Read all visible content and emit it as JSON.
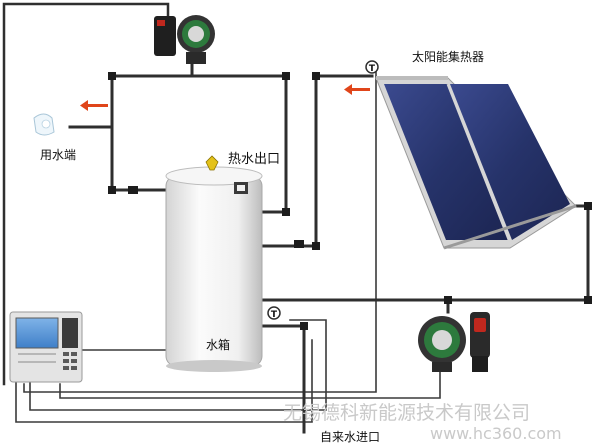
{
  "labels": {
    "solar_collector": "太阳能集热器",
    "user_outlet": "用水端",
    "hot_water_outlet": "热水出口",
    "water_tank": "水箱",
    "tap_water_inlet": "自来水进口"
  },
  "sensor_symbol": "T",
  "watermark": {
    "company": "无锡德科新能源技术有限公司",
    "url": "www.hc360.com"
  },
  "colors": {
    "pipe": "#2f2f2f",
    "pipe_light": "#bfbfbf",
    "panel_blue": "#28356e",
    "panel_frame": "#d6d6d6",
    "flow_arrow": "#e0451a",
    "pump_green": "#2d7a3d",
    "pump_red": "#c0281e",
    "tank_body": "#ececec"
  }
}
